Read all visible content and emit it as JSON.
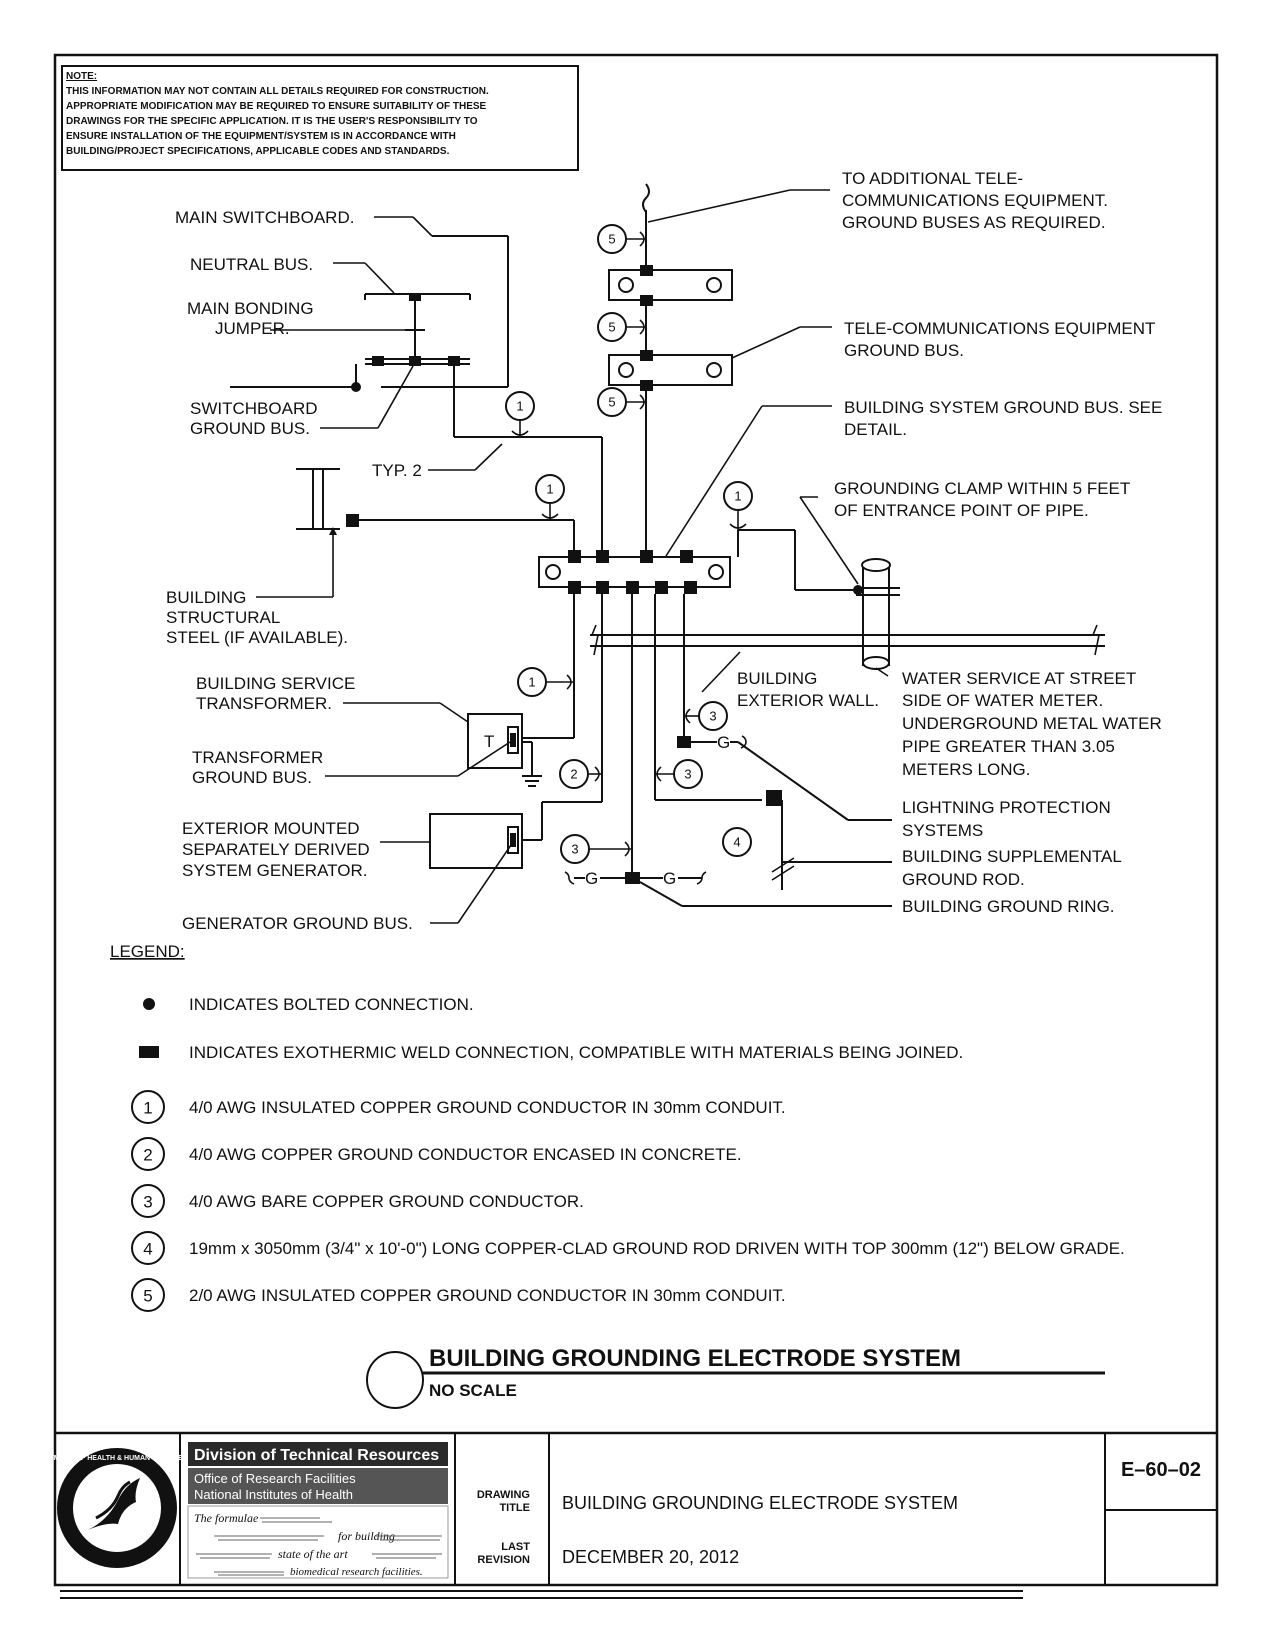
{
  "note": {
    "heading": "NOTE:",
    "lines": [
      "THIS INFORMATION MAY NOT CONTAIN ALL DETAILS REQUIRED FOR CONSTRUCTION.",
      "APPROPRIATE MODIFICATION MAY BE REQUIRED TO ENSURE SUITABILITY OF THESE",
      "DRAWINGS FOR THE SPECIFIC APPLICATION.  IT IS THE USER'S RESPONSIBILITY TO",
      "ENSURE INSTALLATION OF THE EQUIPMENT/SYSTEM IS IN ACCORDANCE WITH",
      "BUILDING/PROJECT SPECIFICATIONS, APPLICABLE CODES AND STANDARDS."
    ]
  },
  "labels": {
    "main_switchboard": "MAIN SWITCHBOARD.",
    "neutral_bus": "NEUTRAL BUS.",
    "main_bonding_1": "MAIN BONDING",
    "main_bonding_2": "JUMPER.",
    "switchboard_ground_1": "SWITCHBOARD",
    "switchboard_ground_2": "GROUND BUS.",
    "typ": "TYP. 2",
    "structural_1": "BUILDING",
    "structural_2": "STRUCTURAL",
    "structural_3": "STEEL (IF AVAILABLE).",
    "service_transformer_1": "BUILDING SERVICE",
    "service_transformer_2": "TRANSFORMER.",
    "transformer_ground_1": "TRANSFORMER",
    "transformer_ground_2": "GROUND BUS.",
    "generator_1": "EXTERIOR MOUNTED",
    "generator_2": "SEPARATELY DERIVED",
    "generator_3": "SYSTEM GENERATOR.",
    "generator_ground": "GENERATOR GROUND BUS.",
    "additional_telecom_1": "TO ADDITIONAL TELE-",
    "additional_telecom_2": "COMMUNICATIONS EQUIPMENT.",
    "additional_telecom_3": "GROUND BUSES AS REQUIRED.",
    "telecom_bus_1": "TELE-COMMUNICATIONS EQUIPMENT",
    "telecom_bus_2": "GROUND BUS.",
    "system_bus_1": "BUILDING SYSTEM GROUND BUS. SEE",
    "system_bus_2": "DETAIL.",
    "clamp_1": "GROUNDING CLAMP WITHIN 5 FEET",
    "clamp_2": "OF ENTRANCE POINT OF PIPE.",
    "exterior_wall_1": "BUILDING",
    "exterior_wall_2": "EXTERIOR WALL.",
    "water_1": "WATER SERVICE AT STREET",
    "water_2": "SIDE OF  WATER METER.",
    "water_3": "UNDERGROUND METAL WATER",
    "water_4": "PIPE GREATER THAN 3.05",
    "water_5": "METERS LONG.",
    "lightning_1": "LIGHTNING PROTECTION",
    "lightning_2": "SYSTEMS",
    "rod_1": "BUILDING SUPPLEMENTAL",
    "rod_2": "GROUND ROD.",
    "ring": "BUILDING GROUND RING.",
    "transformer_letter": "T",
    "g_letter": "G"
  },
  "legend": {
    "title": "LEGEND:",
    "bolted": "INDICATES BOLTED CONNECTION.",
    "weld": "INDICATES EXOTHERMIC WELD CONNECTION, COMPATIBLE WITH MATERIALS BEING JOINED.",
    "items": [
      {
        "num": "1",
        "text": "4/0 AWG INSULATED COPPER GROUND CONDUCTOR IN 30mm CONDUIT."
      },
      {
        "num": "2",
        "text": "4/0 AWG COPPER GROUND CONDUCTOR ENCASED IN CONCRETE."
      },
      {
        "num": "3",
        "text": "4/0 AWG BARE COPPER GROUND CONDUCTOR."
      },
      {
        "num": "4",
        "text": "19mm x 3050mm (3/4\" x 10'-0\") LONG COPPER-CLAD GROUND ROD DRIVEN WITH TOP 300mm (12\") BELOW GRADE."
      },
      {
        "num": "5",
        "text": "2/0 AWG INSULATED COPPER GROUND CONDUCTOR IN 30mm CONDUIT."
      }
    ]
  },
  "title": {
    "main": "BUILDING GROUNDING ELECTRODE SYSTEM",
    "scale": "NO SCALE"
  },
  "title_block": {
    "org": "Division of Technical Resources",
    "office_1": "Office of Research Facilities",
    "office_2": "National Institutes of Health",
    "tagline_1": "The formulae",
    "tagline_2": "for building",
    "tagline_3": "state of the art",
    "tagline_4": "biomedical research facilities.",
    "drawing_label_1": "DRAWING",
    "drawing_label_2": "TITLE",
    "drawing_title": "BUILDING GROUNDING ELECTRODE SYSTEM",
    "revision_label_1": "LAST",
    "revision_label_2": "REVISION",
    "revision_date": "DECEMBER 20, 2012",
    "drawing_number": "E–60–02",
    "seal_text": "DEPARTMENT OF HEALTH & HUMAN SERVICES • USA"
  },
  "colors": {
    "ink": "#111111",
    "org_banner": "#2a2a2a"
  }
}
